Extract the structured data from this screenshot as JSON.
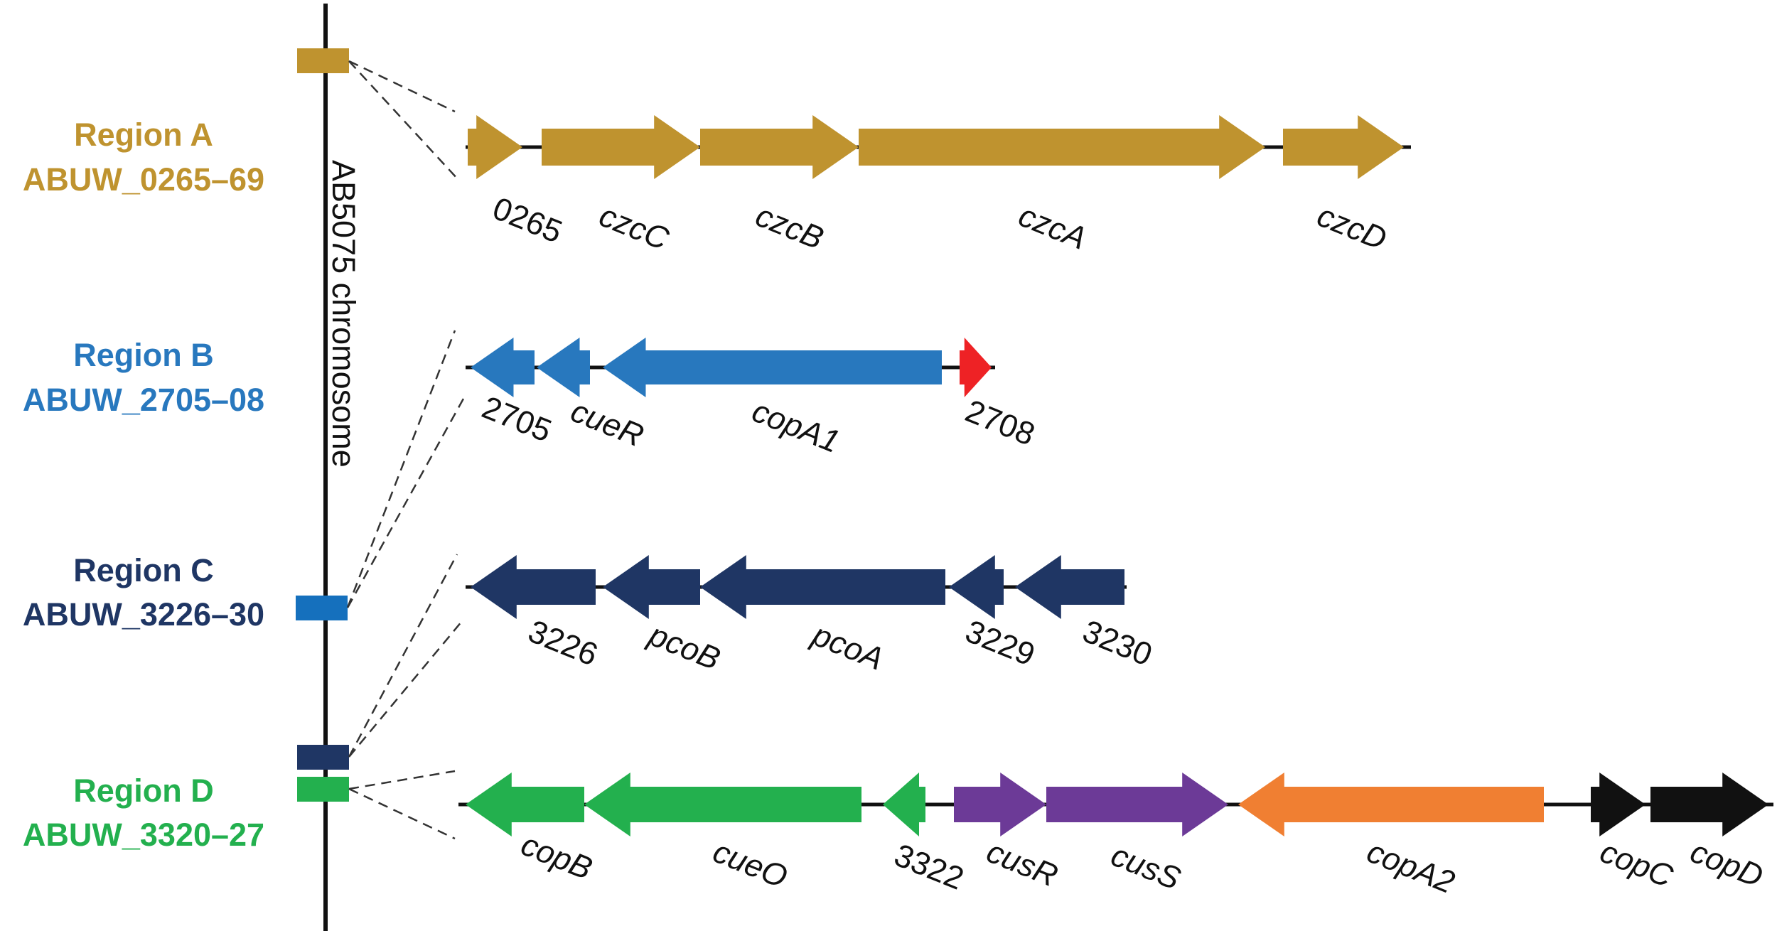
{
  "chromosome_label": "AB5075 chromosome",
  "regions": [
    {
      "id": "A",
      "title": "Region A",
      "subtitle": "ABUW_0265–69",
      "color": "#BF932F",
      "genes": [
        {
          "label": "0265",
          "italic": false,
          "dir": "right",
          "color": "#BF932F"
        },
        {
          "label": "czcC",
          "italic": true,
          "dir": "right",
          "color": "#BF932F"
        },
        {
          "label": "czcB",
          "italic": true,
          "dir": "right",
          "color": "#BF932F"
        },
        {
          "label": "czcA",
          "italic": true,
          "dir": "right",
          "color": "#BF932F"
        },
        {
          "label": "czcD",
          "italic": true,
          "dir": "right",
          "color": "#BF932F"
        }
      ]
    },
    {
      "id": "B",
      "title": "Region B",
      "subtitle": "ABUW_2705–08",
      "color": "#2878BE",
      "genes": [
        {
          "label": "2705",
          "italic": false,
          "dir": "left",
          "color": "#2878BE"
        },
        {
          "label": "cueR",
          "italic": true,
          "dir": "left",
          "color": "#2878BE"
        },
        {
          "label": "copA1",
          "italic": true,
          "dir": "left",
          "color": "#2878BE"
        },
        {
          "label": "2708",
          "italic": false,
          "dir": "right",
          "color": "#EE2225"
        }
      ]
    },
    {
      "id": "C",
      "title": "Region C",
      "subtitle": "ABUW_3226–30",
      "color": "#1F3664",
      "genes": [
        {
          "label": "3226",
          "italic": false,
          "dir": "left",
          "color": "#1F3664"
        },
        {
          "label": "pcoB",
          "italic": true,
          "dir": "left",
          "color": "#1F3664"
        },
        {
          "label": "pcoA",
          "italic": true,
          "dir": "left",
          "color": "#1F3664"
        },
        {
          "label": "3229",
          "italic": false,
          "dir": "left",
          "color": "#1F3664"
        },
        {
          "label": "3230",
          "italic": false,
          "dir": "left",
          "color": "#1F3664"
        }
      ]
    },
    {
      "id": "D",
      "title": "Region D",
      "subtitle": "ABUW_3320–27",
      "color": "#23B04E",
      "genes": [
        {
          "label": "copB",
          "italic": true,
          "dir": "left",
          "color": "#23B04E"
        },
        {
          "label": "cueO",
          "italic": true,
          "dir": "left",
          "color": "#23B04E"
        },
        {
          "label": "3322",
          "italic": false,
          "dir": "left",
          "color": "#23B04E"
        },
        {
          "label": "cusR",
          "italic": true,
          "dir": "right",
          "color": "#6C3A97"
        },
        {
          "label": "cusS",
          "italic": true,
          "dir": "right",
          "color": "#6C3A97"
        },
        {
          "label": "copA2",
          "italic": true,
          "dir": "left",
          "color": "#F07F32"
        },
        {
          "label": "copC",
          "italic": true,
          "dir": "right",
          "color": "#111111"
        },
        {
          "label": "copD",
          "italic": true,
          "dir": "right",
          "color": "#111111"
        }
      ]
    }
  ],
  "colors": {
    "line": "#111111",
    "chromosome_marker_b": "#1570BD"
  }
}
